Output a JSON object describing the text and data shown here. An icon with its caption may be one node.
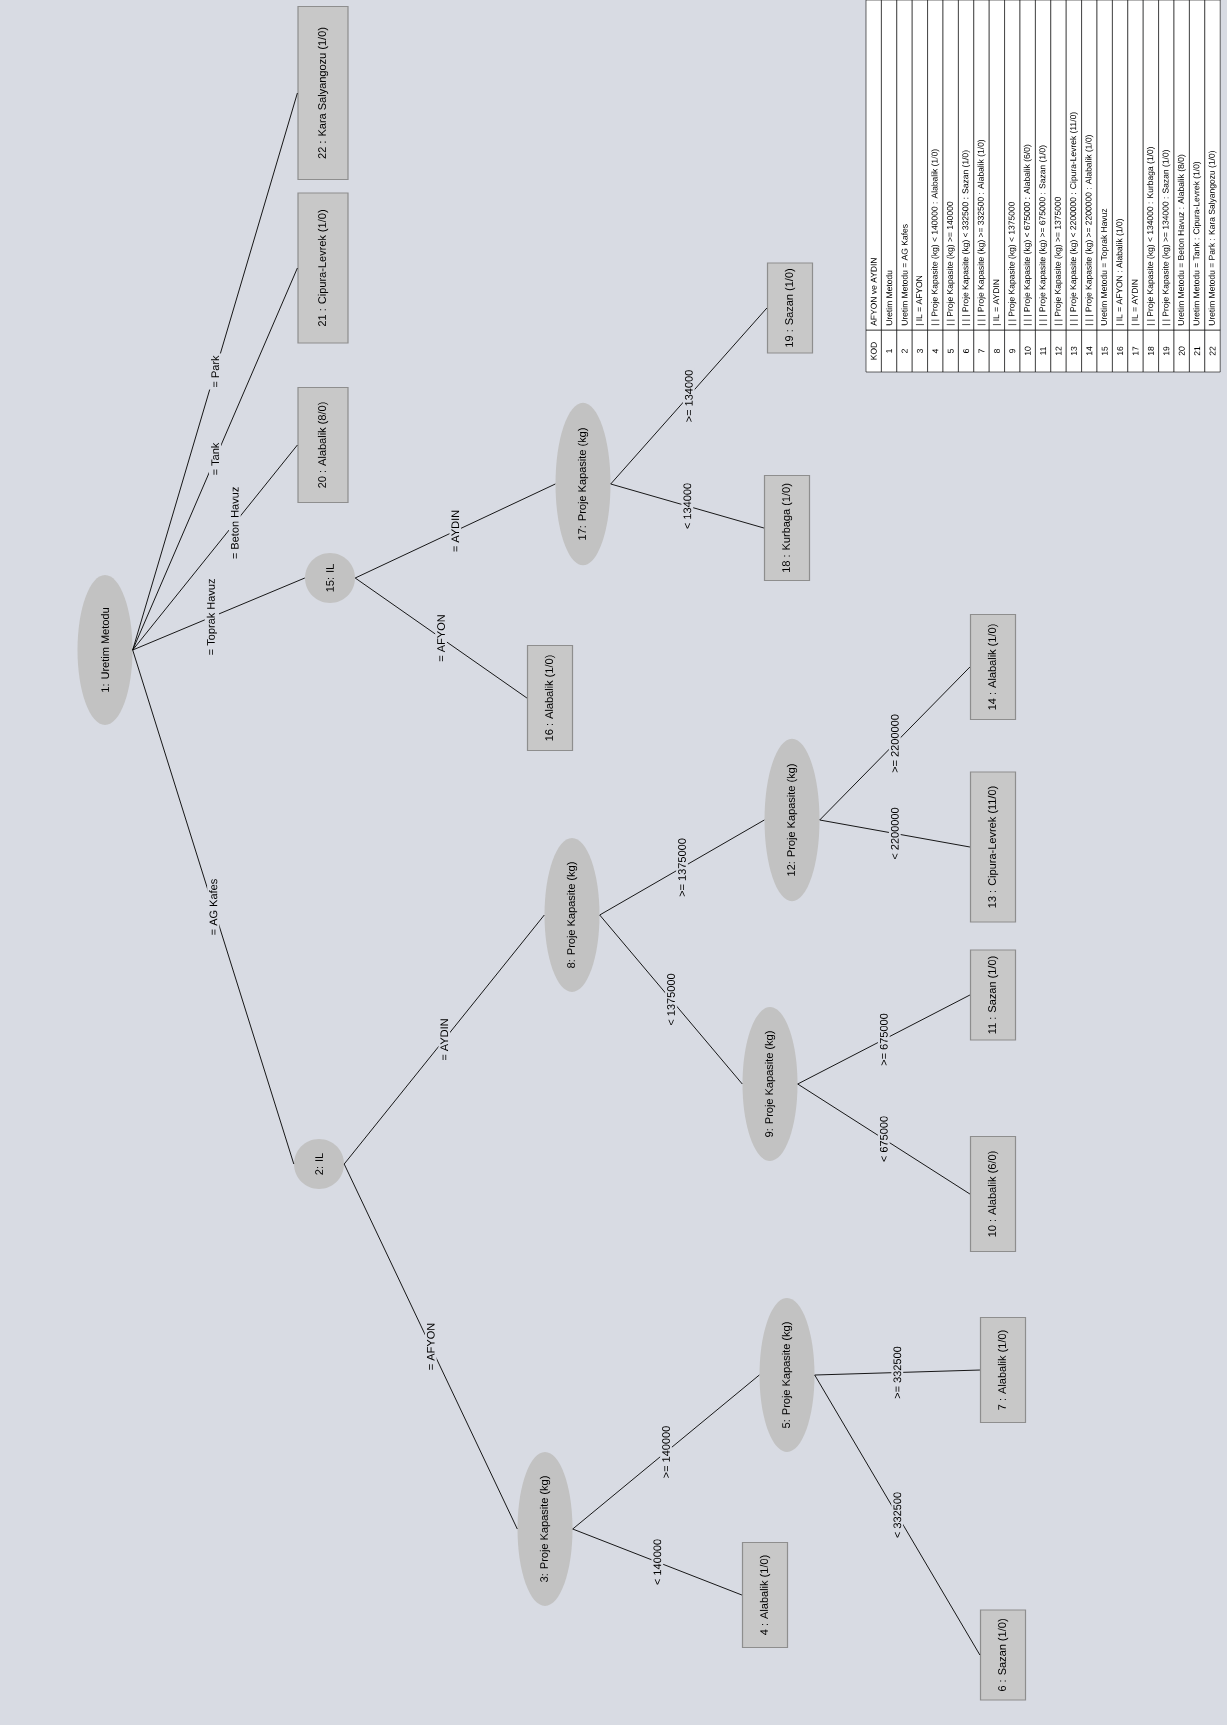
{
  "diagram": {
    "nodes": [
      {
        "text": [
          "1: Uretim Metodu"
        ]
      },
      {
        "text": [
          "2: IL"
        ]
      },
      {
        "text": [
          "3: Proje Kapasite (kg)"
        ]
      },
      {
        "text": [
          "4 : Alabalik (1/0)"
        ]
      },
      {
        "text": [
          "5: Proje Kapasite (kg)"
        ]
      },
      {
        "text": [
          "6 : Sazan (1/0)"
        ]
      },
      {
        "text": [
          "7 : Alabalik (1/0)"
        ]
      },
      {
        "text": [
          "8: Proje Kapasite (kg)"
        ]
      },
      {
        "text": [
          "9: Proje Kapasite (kg)"
        ]
      },
      {
        "text": [
          "10 : Alabalik (6/0)"
        ]
      },
      {
        "text": [
          "11 : Sazan (1/0)"
        ]
      },
      {
        "text": [
          "12: Proje Kapasite (kg)"
        ]
      },
      {
        "text": [
          "13 : Cipura-Levrek (11/0)"
        ]
      },
      {
        "text": [
          "14 : Alabalik (1/0)"
        ]
      },
      {
        "text": [
          "15: IL"
        ]
      },
      {
        "text": [
          "16 : Alabalik (1/0)"
        ]
      },
      {
        "text": [
          "17: Proje Kapasite (kg)"
        ]
      },
      {
        "text": [
          "18 : Kurbaga (1/0)"
        ]
      },
      {
        "text": [
          "19 : Sazan (1/0)"
        ]
      },
      {
        "text": [
          "20 : Alabalik (8/0)"
        ]
      },
      {
        "text": [
          "21 : Cipura-Levrek (1/0)"
        ]
      },
      {
        "text": [
          "22 : Kara Salyangozu (1/0)"
        ]
      }
    ],
    "edges": [
      {
        "from": 0,
        "to": 1,
        "arrow": "none",
        "label": "= AG Kafes"
      },
      {
        "from": 0,
        "to": 14,
        "arrow": "none",
        "label": "= Toprak Havuz"
      },
      {
        "from": 0,
        "to": 19,
        "arrow": "none",
        "label": "= Beton Havuz"
      },
      {
        "from": 0,
        "to": 20,
        "arrow": "none",
        "label": "= Tank"
      },
      {
        "from": 0,
        "to": 21,
        "arrow": "none",
        "label": "= Park"
      },
      {
        "from": 1,
        "to": 2,
        "arrow": "none",
        "label": "= AFYON"
      },
      {
        "from": 1,
        "to": 7,
        "arrow": "none",
        "label": "= AYDIN"
      },
      {
        "from": 2,
        "to": 3,
        "arrow": "none",
        "label": "< 140000"
      },
      {
        "from": 2,
        "to": 4,
        "arrow": "none",
        "label": ">= 140000"
      },
      {
        "from": 4,
        "to": 5,
        "arrow": "none",
        "label": "< 332500"
      },
      {
        "from": 4,
        "to": 6,
        "arrow": "none",
        "label": ">= 332500"
      },
      {
        "from": 7,
        "to": 8,
        "arrow": "none",
        "label": "< 1375000"
      },
      {
        "from": 7,
        "to": 11,
        "arrow": "none",
        "label": ">= 1375000"
      },
      {
        "from": 8,
        "to": 9,
        "arrow": "none",
        "label": "< 675000"
      },
      {
        "from": 8,
        "to": 10,
        "arrow": "none",
        "label": ">= 675000"
      },
      {
        "from": 11,
        "to": 12,
        "arrow": "none",
        "label": "< 2200000"
      },
      {
        "from": 11,
        "to": 13,
        "arrow": "none",
        "label": ">= 2200000"
      },
      {
        "from": 14,
        "to": 15,
        "arrow": "none",
        "label": "= AFYON"
      },
      {
        "from": 14,
        "to": 16,
        "arrow": "none",
        "label": "= AYDIN"
      },
      {
        "from": 16,
        "to": 17,
        "arrow": "none",
        "label": "< 134000"
      },
      {
        "from": 16,
        "to": 18,
        "arrow": "none",
        "label": ">= 134000"
      }
    ],
    "labels": [
      "KOD",
      "AFYON ve AYDIN",
      "1",
      "Uretim Metodu",
      "2",
      "Uretim Metodu = AG Kafes",
      "3",
      "| IL = AFYON",
      "4",
      "| | Proje Kapasite (kg) < 140000 : Alabalik (1/0)",
      "5",
      "| | Proje Kapasite (kg) >= 140000",
      "6",
      "| | | Proje Kapasite (kg) < 332500 : Sazan (1/0)",
      "7",
      "| | | Proje Kapasite (kg) >= 332500 : Alabalik (1/0)",
      "8",
      "| IL = AYDIN",
      "9",
      "| | Proje Kapasite (kg) < 1375000",
      "10",
      "| | | Proje Kapasite (kg) < 675000 : Alabalik (6/0)",
      "11",
      "| | | Proje Kapasite (kg) >= 675000 : Sazan (1/0)",
      "12",
      "| | Proje Kapasite (kg) >= 1375000",
      "13",
      "| | | Proje Kapasite (kg) < 2200000 : Cipura-Levrek (11/0)",
      "14",
      "| | | Proje Kapasite (kg) >= 2200000 : Alabalik (1/0)",
      "15",
      "Uretim Metodu = Toprak Havuz",
      "16",
      "| IL = AFYON : Alabalik (1/0)",
      "17",
      "| IL = AYDIN",
      "18",
      "| | Proje Kapasite (kg) < 134000 : Kurbaga (1/0)",
      "19",
      "| | Proje Kapasite (kg) >= 134000 : Sazan (1/0)",
      "20",
      "Uretim Metodu = Beton Havuz : Alabalik (8/0)",
      "21",
      "Uretim Metodu = Tank : Cipura-Levrek (1/0)",
      "22",
      "Uretim Metodu = Park : Kara Salyangozu (1/0)"
    ]
  }
}
